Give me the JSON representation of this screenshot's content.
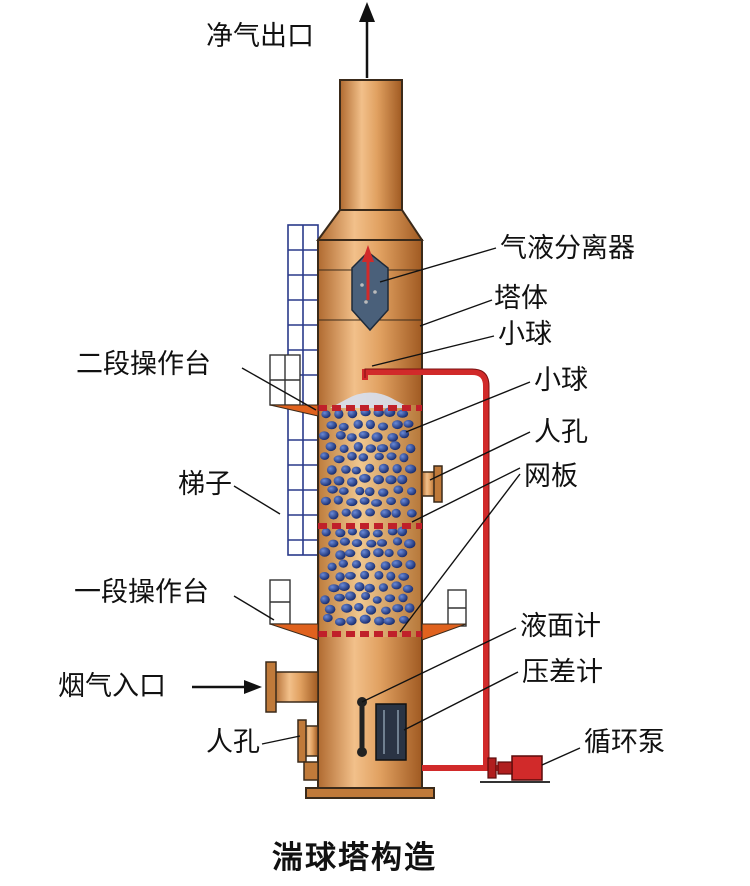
{
  "labels": {
    "clean_gas_outlet": "净气出口",
    "gas_liquid_separator": "气液分离器",
    "tower_body": "塔体",
    "small_ball_1": "小球",
    "second_platform": "二段操作台",
    "small_ball_2": "小球",
    "manhole_upper": "人孔",
    "mesh_plate": "网板",
    "ladder": "梯子",
    "first_platform": "一段操作台",
    "level_gauge": "液面计",
    "flue_gas_inlet": "烟气入口",
    "pressure_gauge": "压差计",
    "manhole_lower": "人孔",
    "circulation_pump": "循环泵"
  },
  "caption": "湍球塔构造",
  "colors": {
    "tower": "#d28b4a",
    "tower_highlight": "#f2c08a",
    "tower_outline": "#3a2a1a",
    "pipe": "#d12a2a",
    "ball": "#1f3a8a",
    "packing_bg": "#d7e0ef",
    "ladder": "#2a3a8a",
    "platform": "#e0621e",
    "separator": "#4a607a"
  }
}
